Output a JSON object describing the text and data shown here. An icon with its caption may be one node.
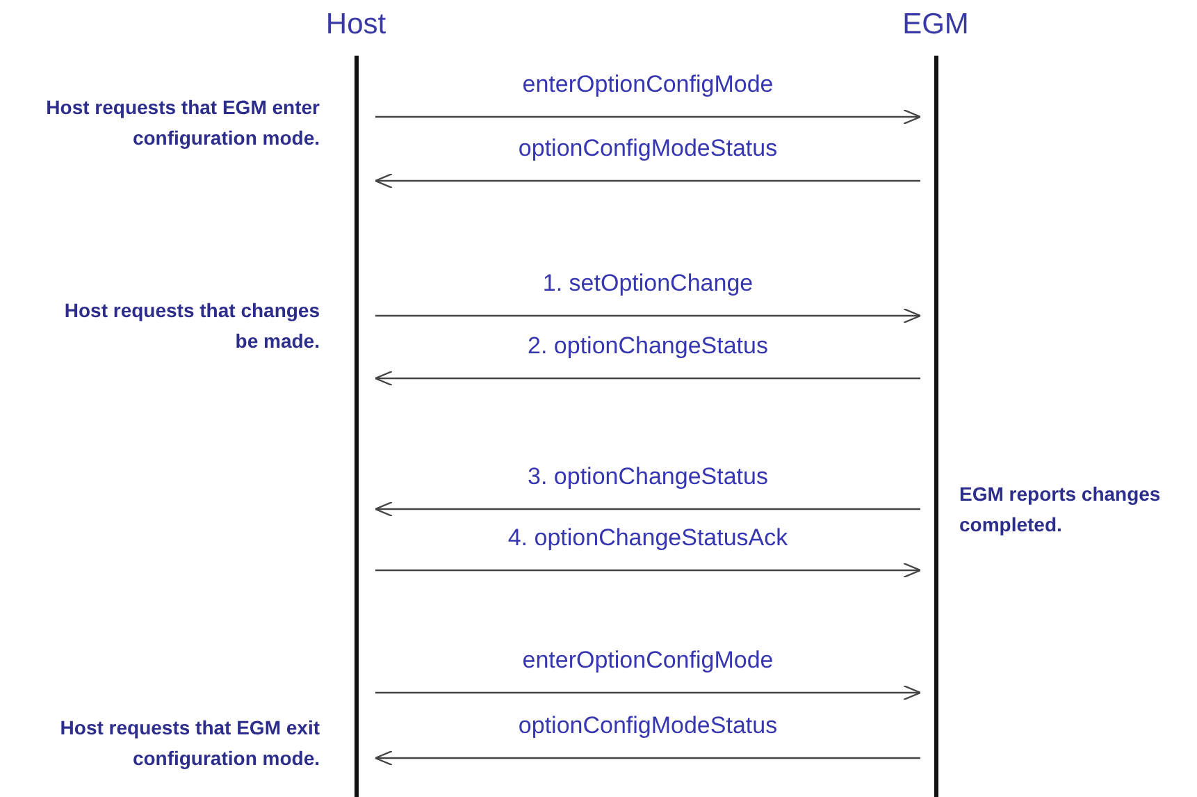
{
  "diagram": {
    "nodes": [
      {
        "text": [
          "Host"
        ]
      },
      {
        "text": [
          "EGM"
        ]
      }
    ],
    "edges": [
      {
        "from": 0,
        "to": 1,
        "arrow": "to",
        "label": "enterOptionConfigMode"
      },
      {
        "from": 1,
        "to": 0,
        "arrow": "to",
        "label": "optionConfigModeStatus"
      },
      {
        "from": 0,
        "to": 1,
        "arrow": "to",
        "label": "1. setOptionChange"
      },
      {
        "from": 1,
        "to": 0,
        "arrow": "to",
        "label": "2. optionChangeStatus"
      },
      {
        "from": 1,
        "to": 0,
        "arrow": "to",
        "label": "3. optionChangeStatus"
      },
      {
        "from": 0,
        "to": 1,
        "arrow": "to",
        "label": "4. optionChangeStatusAck"
      },
      {
        "from": 0,
        "to": 1,
        "arrow": "to",
        "label": "enterOptionConfigMode"
      },
      {
        "from": 1,
        "to": 0,
        "arrow": "to",
        "label": "optionConfigModeStatus"
      }
    ],
    "labels": [
      "Host requests that EGM enter configuration mode.",
      "Host requests that changes be made.",
      "EGM reports changes completed.",
      "Host requests that EGM exit configuration mode."
    ]
  }
}
